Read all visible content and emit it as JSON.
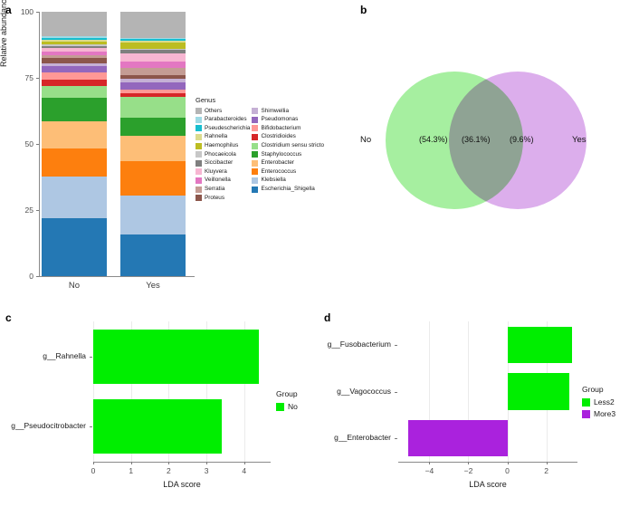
{
  "panels": {
    "a": "a",
    "b": "b",
    "c": "c",
    "d": "d"
  },
  "chart_data": [
    {
      "panel": "a",
      "type": "bar",
      "stacked": true,
      "title": "",
      "xlabel": "",
      "ylabel": "Relative abundance (%)",
      "ylim": [
        0,
        100
      ],
      "yticks": [
        "0",
        "25",
        "50",
        "75",
        "100"
      ],
      "categories": [
        "No",
        "Yes"
      ],
      "legend_title": "Genus",
      "legend_position": "right",
      "series": [
        {
          "name": "Escherichia_Shigella",
          "color": "#2478b4",
          "values": [
            19.8,
            15.8
          ]
        },
        {
          "name": "Klebsiella",
          "color": "#aec7e3",
          "values": [
            14.5,
            14.6
          ]
        },
        {
          "name": "Enterococcus",
          "color": "#fd7f0e",
          "values": [
            9.5,
            13.1
          ]
        },
        {
          "name": "Enterobacter",
          "color": "#fdbe77",
          "values": [
            9.3,
            9.4
          ]
        },
        {
          "name": "Staphylococcus",
          "color": "#2ba02c",
          "values": [
            8.2,
            7.0
          ]
        },
        {
          "name": "Clostridium sensu stricto",
          "color": "#97df89",
          "values": [
            4.0,
            7.9
          ]
        },
        {
          "name": "Clostridioides",
          "color": "#d62628",
          "values": [
            2.3,
            1.3
          ]
        },
        {
          "name": "Bifidobacterium",
          "color": "#ff9896",
          "values": [
            2.5,
            1.5
          ]
        },
        {
          "name": "Pseudomonas",
          "color": "#9367bd",
          "values": [
            2.3,
            2.5
          ]
        },
        {
          "name": "Shimwellia",
          "color": "#c5b0d5",
          "values": [
            0.9,
            1.6
          ]
        },
        {
          "name": "Proteus",
          "color": "#8c564b",
          "values": [
            1.9,
            1.2
          ]
        },
        {
          "name": "Serratia",
          "color": "#c49c94",
          "values": [
            0.9,
            3.0
          ]
        },
        {
          "name": "Veillonella",
          "color": "#e377c2",
          "values": [
            1.2,
            2.2
          ]
        },
        {
          "name": "Kluyvera",
          "color": "#f7b6d2",
          "values": [
            1.1,
            3.0
          ]
        },
        {
          "name": "Siccibacter",
          "color": "#7f7f7f",
          "values": [
            0.8,
            1.5
          ]
        },
        {
          "name": "Phocaeicola",
          "color": "#c7c7c7",
          "values": [
            0.5,
            0.4
          ]
        },
        {
          "name": "Haemophilus",
          "color": "#bcbd22",
          "values": [
            1.1,
            2.5
          ]
        },
        {
          "name": "Rahnella",
          "color": "#dbdb8d",
          "values": [
            0.5,
            0.5
          ]
        },
        {
          "name": "Pseudescherichia",
          "color": "#17becf",
          "values": [
            0.8,
            0.7
          ]
        },
        {
          "name": "Parabacteroides",
          "color": "#9edae5",
          "values": [
            0.4,
            0.3
          ]
        },
        {
          "name": "Others",
          "color": "#b4b4b4",
          "values": [
            8.5,
            10.0
          ]
        }
      ],
      "legend_order_left": [
        "Others",
        "Parabacteroides",
        "Pseudescherichia",
        "Rahnella",
        "Haemophilus",
        "Phocaeicola",
        "Siccibacter",
        "Kluyvera",
        "Veillonella",
        "Serratia",
        "Proteus"
      ],
      "legend_order_right": [
        "Shimwellia",
        "Pseudomonas",
        "Bifidobacterium",
        "Clostridioides",
        "Clostridium sensu stricto",
        "Staphylococcus",
        "Enterobacter",
        "Enterococcus",
        "Klebsiella",
        "Escherichia_Shigella"
      ]
    },
    {
      "panel": "b",
      "type": "venn",
      "title": "",
      "left_label": "No",
      "right_label": "Yes",
      "left_only": "(54.3%)",
      "intersection": "(36.1%)",
      "right_only": "(9.6%)",
      "left_color": "#a6efa0",
      "right_color": "#dcaeec",
      "overlap_color": "#9aa8ae"
    },
    {
      "panel": "c",
      "type": "bar",
      "orientation": "horizontal",
      "title": "",
      "xlabel": "LDA score",
      "ylabel": "",
      "xlim": [
        0,
        4.7
      ],
      "xticks": [
        "0",
        "1",
        "2",
        "3",
        "4"
      ],
      "categories": [
        "g__Rahnella",
        "g__Pseudocitrobacter"
      ],
      "values": [
        4.4,
        3.4
      ],
      "legend_title": "Group",
      "legend_entries": [
        {
          "label": "No",
          "color": "#00ee00"
        }
      ],
      "bar_color": "#00ee00"
    },
    {
      "panel": "d",
      "type": "bar",
      "orientation": "horizontal",
      "title": "",
      "xlabel": "LDA score",
      "ylabel": "",
      "xlim": [
        -5.6,
        3.6
      ],
      "xticks": [
        "-4",
        "-2",
        "0",
        "2"
      ],
      "categories": [
        "g__Fusobacterium",
        "g__Vagococcus",
        "g__Enterobacter"
      ],
      "values": [
        3.3,
        3.2,
        -5.1
      ],
      "legend_title": "Group",
      "legend_entries": [
        {
          "label": "Less2",
          "color": "#00ee00"
        },
        {
          "label": "More3",
          "color": "#aa22dd"
        }
      ]
    }
  ]
}
